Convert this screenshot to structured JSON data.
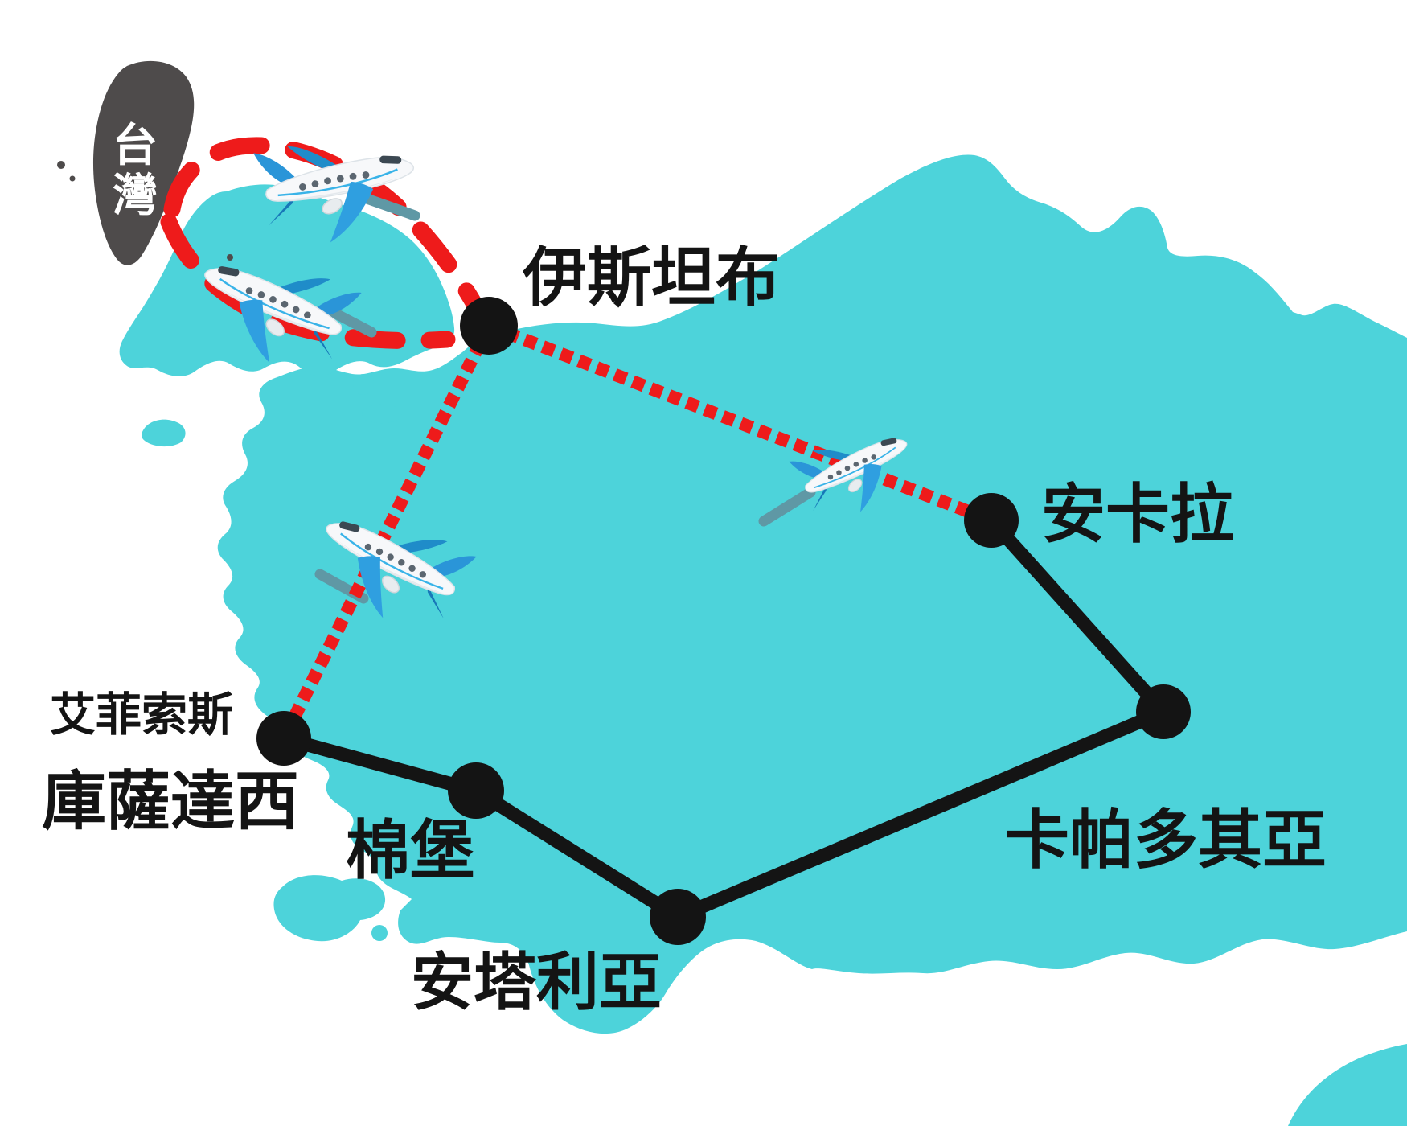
{
  "colors": {
    "sea": "#ffffff",
    "land_teal": "#4DD3DA",
    "taiwan_gray": "#4E4B4B",
    "route_black": "#141414",
    "route_red": "#EE1B1B",
    "city_dot": "#141414",
    "label_black": "#141414",
    "label_white": "#ffffff",
    "plane_body": "#f7f8fa",
    "plane_wing_blue": "#2f9fe0",
    "plane_trail": "#5F98A5"
  },
  "taiwan": {
    "label": "台灣",
    "chars": [
      "台",
      "灣"
    ]
  },
  "cities": [
    {
      "id": "istanbul",
      "label": "伊斯坦布"
    },
    {
      "id": "ankara",
      "label": "安卡拉"
    },
    {
      "id": "cappadocia",
      "label": "卡帕多其亞"
    },
    {
      "id": "antalya",
      "label": "安塔利亞"
    },
    {
      "id": "pamukkale",
      "label": "棉堡"
    },
    {
      "id": "kusadasi",
      "label": "庫薩達西"
    }
  ],
  "poi": {
    "label": "艾菲索斯"
  },
  "routes": {
    "air_dashed_loop": [
      "台灣",
      "伊斯坦布"
    ],
    "air_dotted": [
      [
        "伊斯坦布",
        "安卡拉"
      ],
      [
        "伊斯坦布",
        "庫薩達西"
      ]
    ],
    "land": [
      [
        "安卡拉",
        "卡帕多其亞"
      ],
      [
        "卡帕多其亞",
        "安塔利亞"
      ],
      [
        "安塔利亞",
        "棉堡"
      ],
      [
        "棉堡",
        "庫薩達西"
      ]
    ]
  },
  "icons": {
    "airplane_count": 4
  }
}
